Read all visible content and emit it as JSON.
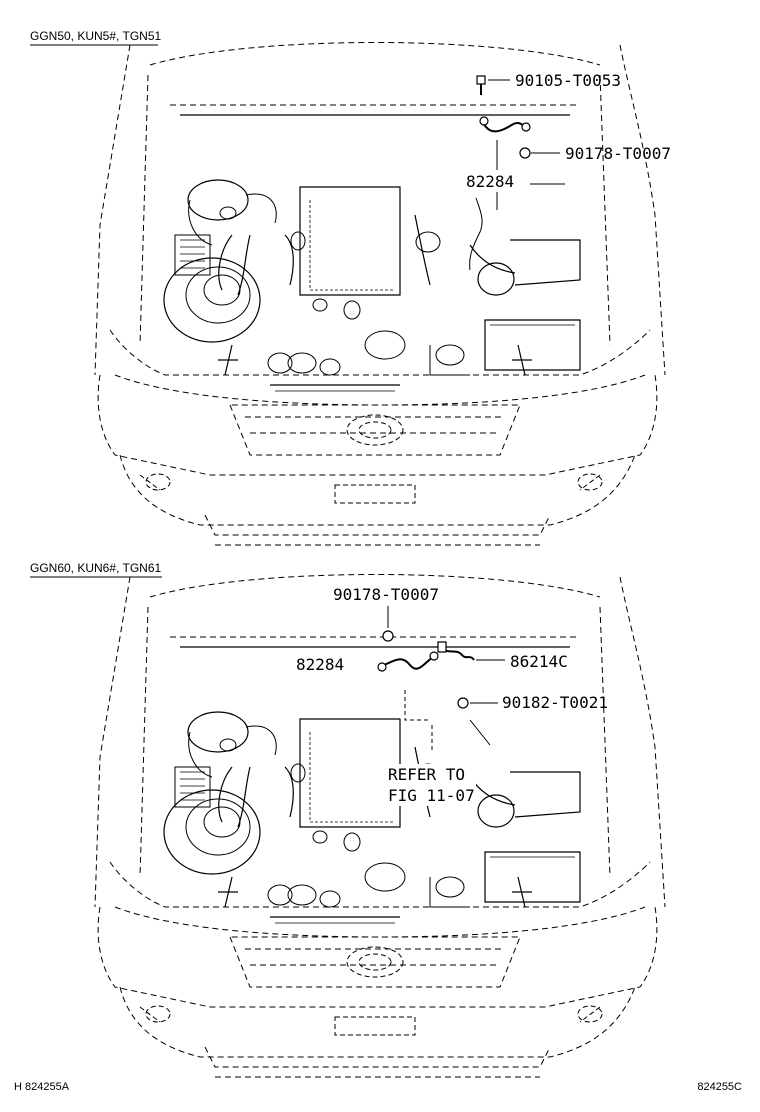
{
  "diagram": {
    "top_section": {
      "model_label": "GGN50, KUN5#, TGN51",
      "callouts": [
        "90105-T0053",
        "90178-T0007",
        "82284"
      ]
    },
    "bottom_section": {
      "model_label": "GGN60, KUN6#, TGN61",
      "callouts": [
        "90178-T0007",
        "82284",
        "86214C",
        "90182-T0021"
      ],
      "reference_line1": "REFER TO",
      "reference_line2": "FIG 11-07"
    },
    "footer_left": "H  824255A",
    "footer_right": "824255C"
  }
}
